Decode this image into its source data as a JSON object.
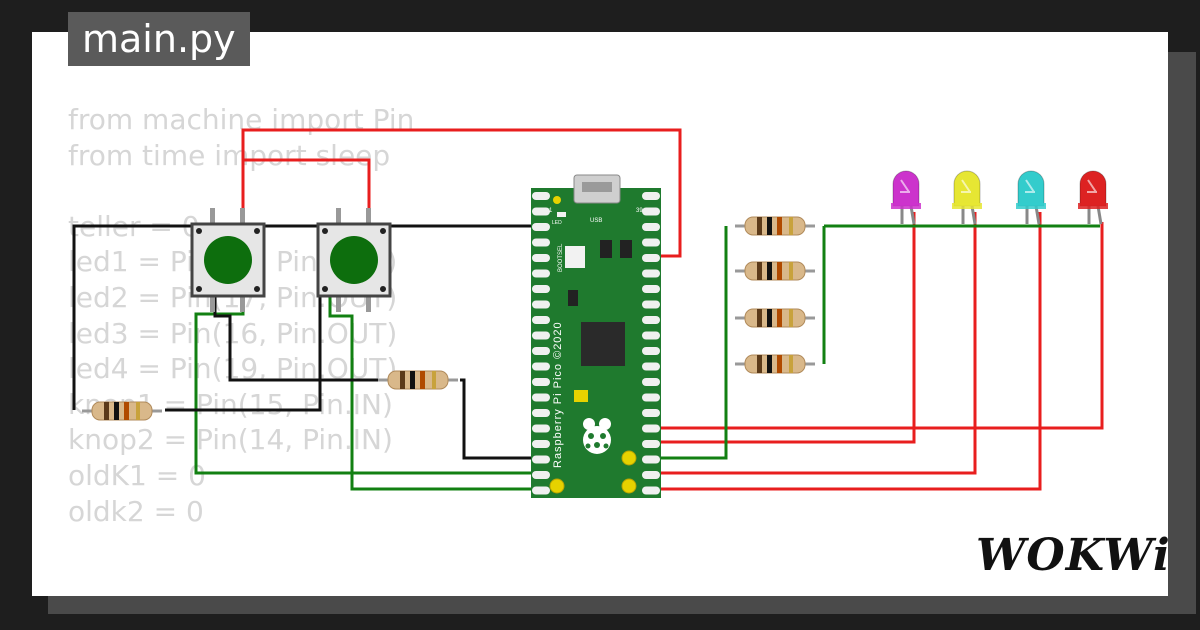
{
  "editor": {
    "filename": "main.py",
    "code_lines": [
      "from machine import Pin",
      "from time import sleep",
      "",
      "teller = 0",
      "led1 = Pin(18, Pin.OUT)",
      "led2 = Pin(17, Pin.OUT)",
      "led3 = Pin(16, Pin.OUT)",
      "led4 = Pin(19, Pin.OUT)",
      "knop1 = Pin(15, Pin.IN)",
      "knop2 = Pin(14, Pin.IN)",
      "oldK1 = 0",
      "oldk2 = 0"
    ]
  },
  "board": {
    "name": "Raspberry Pi Pico ©2020",
    "usb_label": "USB",
    "bootsel_label": "BOOTSEL",
    "led_label": "LED",
    "pin_top_left": "1",
    "pin_top_right": "39"
  },
  "leds": [
    {
      "color": "#cc33cc",
      "name": "magenta"
    },
    {
      "color": "#e6e633",
      "name": "yellow"
    },
    {
      "color": "#33cccc",
      "name": "cyan"
    },
    {
      "color": "#dd2222",
      "name": "red"
    }
  ],
  "colors": {
    "wire_red": "#e81e1e",
    "wire_green": "#128012",
    "wire_black": "#111111",
    "board_green": "#1f7a2e",
    "button_green": "#0d6e0d"
  },
  "brand": "WOKWi"
}
